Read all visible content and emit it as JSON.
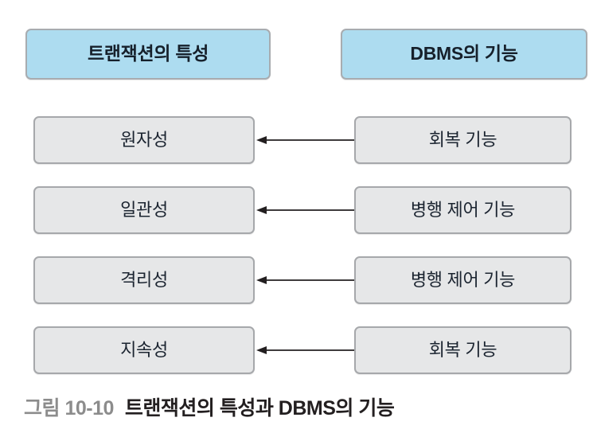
{
  "figure": {
    "columns": {
      "left_header": "트랜잭션의 특성",
      "right_header": "DBMS의 기능"
    },
    "rows": [
      {
        "property": "원자성",
        "function": "회복 기능",
        "arrow": "left-arrow-icon"
      },
      {
        "property": "일관성",
        "function": "병행 제어 기능",
        "arrow": "left-arrow-icon"
      },
      {
        "property": "격리성",
        "function": "병행 제어 기능",
        "arrow": "left-arrow-icon"
      },
      {
        "property": "지속성",
        "function": "회복 기능",
        "arrow": "left-arrow-icon"
      }
    ],
    "caption": {
      "number": "그림 10-10",
      "text": "트랜잭션의 특성과 DBMS의 기능"
    },
    "colors": {
      "header_fill": "#addcf0",
      "header_border": "#a8acb0",
      "item_fill": "#e6e7e8",
      "item_border": "#a6a8ab",
      "text": "#1b2430",
      "arrow": "#231f20",
      "caption_number": "#8c8c8c",
      "caption_text": "#231f20",
      "background": "#ffffff"
    }
  }
}
